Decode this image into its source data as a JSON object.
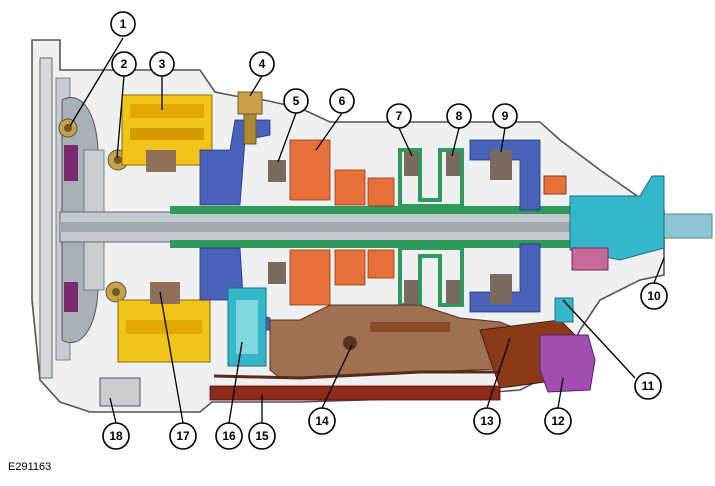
{
  "figure": {
    "reference_code": "E291163"
  },
  "callouts": [
    {
      "id": "1",
      "label": "1"
    },
    {
      "id": "2",
      "label": "2"
    },
    {
      "id": "3",
      "label": "3"
    },
    {
      "id": "4",
      "label": "4"
    },
    {
      "id": "5",
      "label": "5"
    },
    {
      "id": "6",
      "label": "6"
    },
    {
      "id": "7",
      "label": "7"
    },
    {
      "id": "8",
      "label": "8"
    },
    {
      "id": "9",
      "label": "9"
    },
    {
      "id": "10",
      "label": "10"
    },
    {
      "id": "11",
      "label": "11"
    },
    {
      "id": "12",
      "label": "12"
    },
    {
      "id": "13",
      "label": "13"
    },
    {
      "id": "14",
      "label": "14"
    },
    {
      "id": "15",
      "label": "15"
    },
    {
      "id": "16",
      "label": "16"
    },
    {
      "id": "17",
      "label": "17"
    },
    {
      "id": "18",
      "label": "18"
    }
  ],
  "colors": {
    "housing_outline": "#555555",
    "housing_fill": "#e9ecef",
    "converter_gray": "#9aa3ab",
    "clutch_yellow": "#f2c418",
    "clutch_orange": "#e8703a",
    "gear_green": "#2f9a5c",
    "hub_blue": "#4762b8",
    "shaft_gray": "#b9c0c6",
    "pump_cyan": "#34b7c9",
    "valve_brown": "#8b4a2a",
    "solenoid_purple": "#a04fb0",
    "rotor_magenta": "#8a2a7a"
  }
}
